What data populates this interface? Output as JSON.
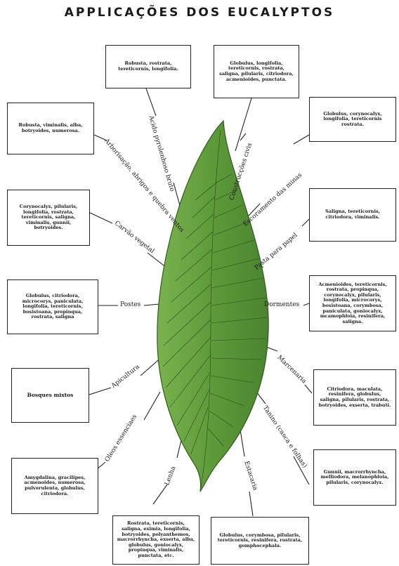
{
  "title": "APPLICAÇÕES DOS EUCALYPTOS",
  "boxes": {
    "top_left": "Robusta, rostrata, tereticornis, longifolia.",
    "top_right": "Globulus, longifolia, tereticornis, rostrata, saligna, pilularis, citriodora, acmenioides, punctata.",
    "left_1": "Robusta, viminalis, alba, botryoides, numerosa.",
    "left_2": "Corynocalyx, pilularis, longifolia, rostrata, tereticornis, saligna, viminalis, gunnii, botryoides.",
    "left_3": "Globulus, citriodora, microcorys, paniculata, longifolia, tereticornis, bosistoana, propinqua, rostrata, saligna",
    "left_4": "Bosques mixtos",
    "left_5": "Amygdalina, gracilipes, acmenoides, numerosa, pulverulenta, globulus, citriodora.",
    "right_1": "Globulus, corynocalyx, longifolia, tereticornis rostrata.",
    "right_2": "Saligna, tereticornis, citriodora, viminalis.",
    "right_3": "Acmenioides, tereticornis, rostrata, propinqua, corynocalyx, pilularis, longifolia, microcorys, bosistoana, corymbosa, paniculata, goniocalyx, mcamophloia, resinifera, saligna.",
    "right_4": "Citriodora, maculata, resinifera, globulus, saligna, pilularis, rostrata, botryoides, exserta, trabuti.",
    "right_5": "Gunnii, macrorrhyncha, melliodora, melanophloia, pilularis, corynocalyx.",
    "bottom_left": "Rostrata, tereticornis, saligna, eximia, longifolia, botryoides, polyanthemos, macrorrhyncha, exserta, alba, globulus, goniocalyx, propinqua, viminalis, punctata, etc.",
    "bottom_right": "Globulus, corymbosa, pilularis, tereticornis, resinifera, rostrata, gomphocephala."
  },
  "labels": {
    "acido": "Acido pyrolenhoso bruto",
    "arborisacao": "Arborisação, abrigos e quebra ventos",
    "carvao": "Carvão vegetal",
    "postes": "Postes",
    "apicultura": "Apicultura",
    "oleos": "Oleos essenciaes",
    "lenha": "Lenha",
    "construccoes": "Construcções civis",
    "escoramento": "Escoramento das minas",
    "pasta": "Pasta para papel",
    "dormentes": "Dormentes",
    "marcenaria": "Marcenaria",
    "tanino": "Tanino (casca e folhas)",
    "estacaria": "Estacaria"
  },
  "colors": {
    "leaf": "#5e9a3a",
    "leaf_dark": "#2f5a1d",
    "vein": "#1e3d12"
  }
}
